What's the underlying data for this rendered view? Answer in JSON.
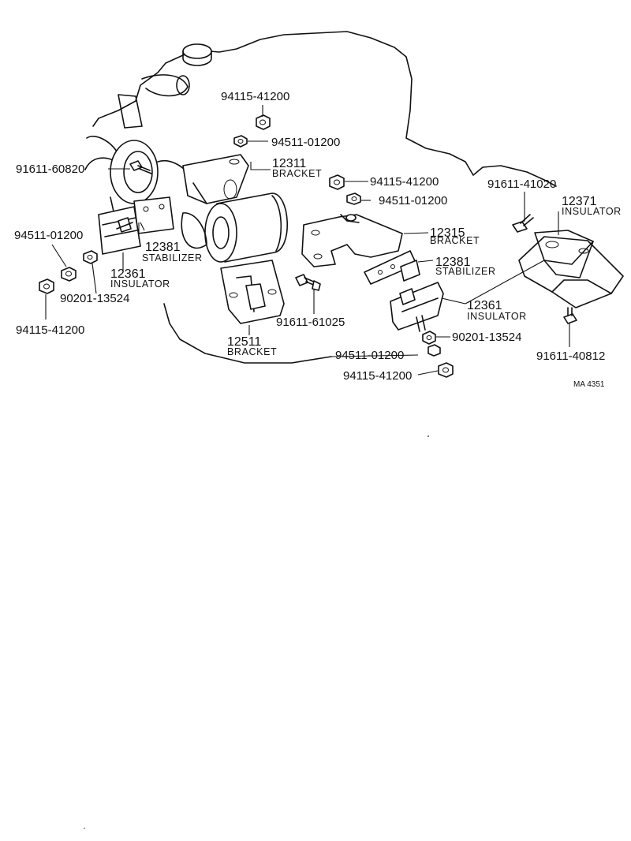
{
  "diagram": {
    "ref_code": "MA 4351",
    "labels": {
      "l94115_top": "94115-41200",
      "l94511_top": "94511-01200",
      "l91611_60820": "91611-60820",
      "l12311": "12311",
      "l12311_word": "BRACKET",
      "l94115_mid": "94115-41200",
      "l94511_mid": "94511-01200",
      "l91611_41020": "91611-41020",
      "l12371": "12371",
      "l12371_word": "INSULATOR",
      "l94511_left": "94511-01200",
      "l12381_left": "12381",
      "l12381_left_word": "STABILIZER",
      "l12361_left": "12361",
      "l12361_left_word": "INSULATOR",
      "l90201_left": "90201-13524",
      "l94115_left": "94115-41200",
      "l12315": "12315",
      "l12315_word": "BRACKET",
      "l12381_right": "12381",
      "l12381_right_word": "STABILIZER",
      "l12361_right": "12361",
      "l12361_right_word": "INSULATOR",
      "l91611_61025": "91611-61025",
      "l12511": "12511",
      "l12511_word": "BRACKET",
      "l90201_right": "90201-13524",
      "l94511_bottom": "94511-01200",
      "l94115_bottom": "94115-41200",
      "l91611_40812": "91611-40812"
    }
  }
}
